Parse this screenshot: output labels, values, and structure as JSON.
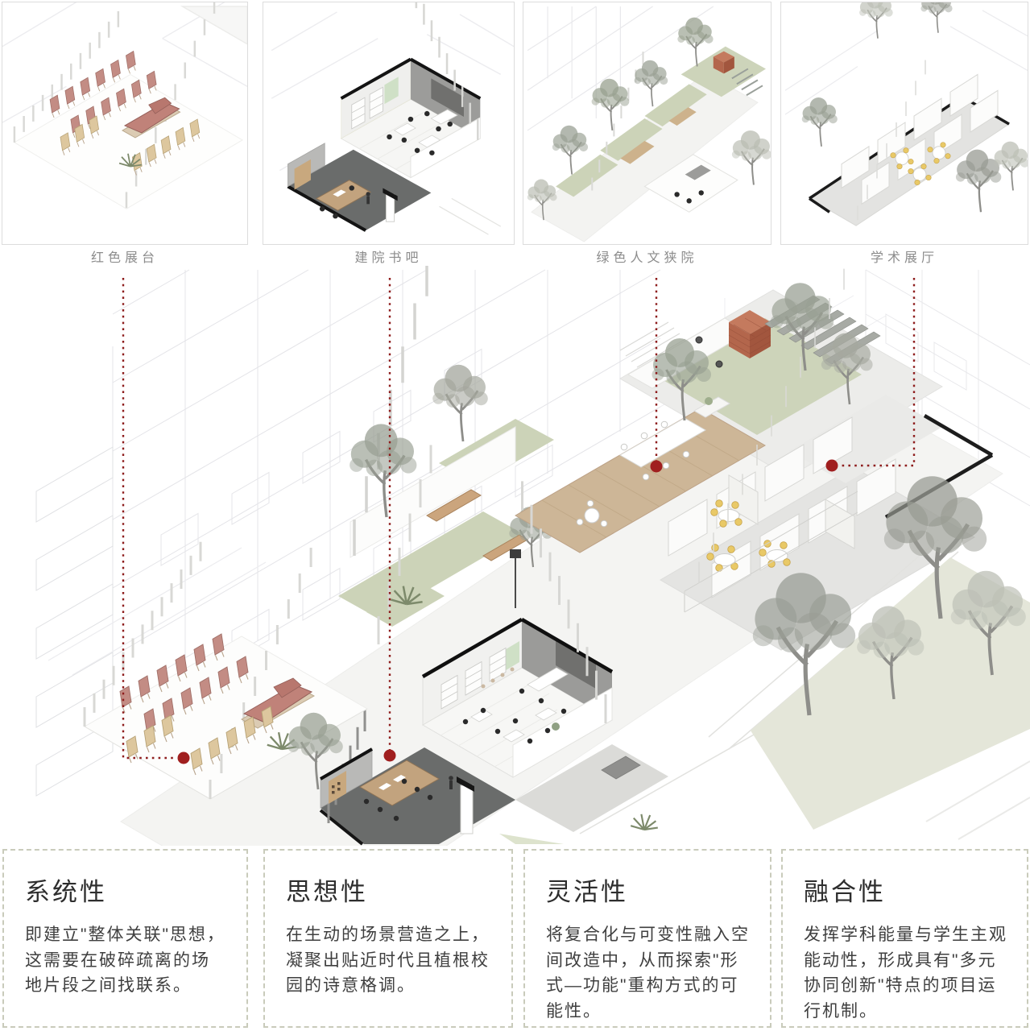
{
  "gallery": {
    "panels": [
      {
        "id": "red-exhibit-stand",
        "label": "红色展台"
      },
      {
        "id": "book-bar",
        "label": "建院书吧"
      },
      {
        "id": "green-courtyard",
        "label": "绿色人文狭院"
      },
      {
        "id": "academic-hall",
        "label": "学术展厅"
      }
    ]
  },
  "concepts": [
    {
      "title": "系统性",
      "body": "即建立\"整体关联\"思想，这需要在破碎疏离的场地片段之间找联系。"
    },
    {
      "title": "思想性",
      "body": "在生动的场景营造之上，凝聚出贴近时代且植根校园的诗意格调。"
    },
    {
      "title": "灵活性",
      "body": "将复合化与可变性融入空间改造中，从而探索\"形式—功能\"重构方式的可能性。"
    },
    {
      "title": "融合性",
      "body": "发挥学科能量与学生主观能动性，形成具有\"多元协同创新\"特点的项目运行机制。"
    }
  ],
  "icons": {
    "leader_marker": "red-dot-marker",
    "leader_line": "red-dotted-leader-line"
  },
  "colors": {
    "accent_red": "#9e1c1c",
    "brick_red": "#b3664c",
    "display_red": "#c38c84",
    "sage_green": "#ccd3b8",
    "pale_lawn": "#e4e6d9",
    "wood_tan": "#cdb697",
    "dark_floor": "#6a6c6b",
    "chair_yellow": "#e9c967",
    "wireframe_gray": "#e4e4e8",
    "label_gray": "#8c8c8c",
    "box_border": "#c9cbbb"
  }
}
